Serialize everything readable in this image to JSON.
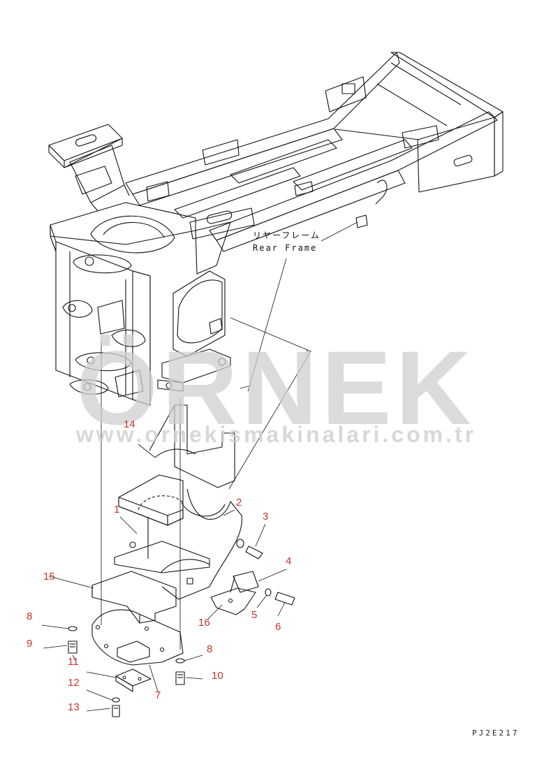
{
  "watermark": {
    "title": "ÖRNEK",
    "url": "www.ornekismakinalari.com.tr"
  },
  "frame_label": {
    "jp": "リヤーフレーム",
    "en": "Rear Frame"
  },
  "drawing_code": "PJ2E217",
  "callouts": [
    "1",
    "2",
    "3",
    "4",
    "5",
    "6",
    "7",
    "8",
    "8",
    "9",
    "10",
    "11",
    "12",
    "13",
    "14",
    "15",
    "16"
  ],
  "colors": {
    "callout": "#c8342b",
    "line": "#111111",
    "watermark": "#cfcfcf"
  }
}
